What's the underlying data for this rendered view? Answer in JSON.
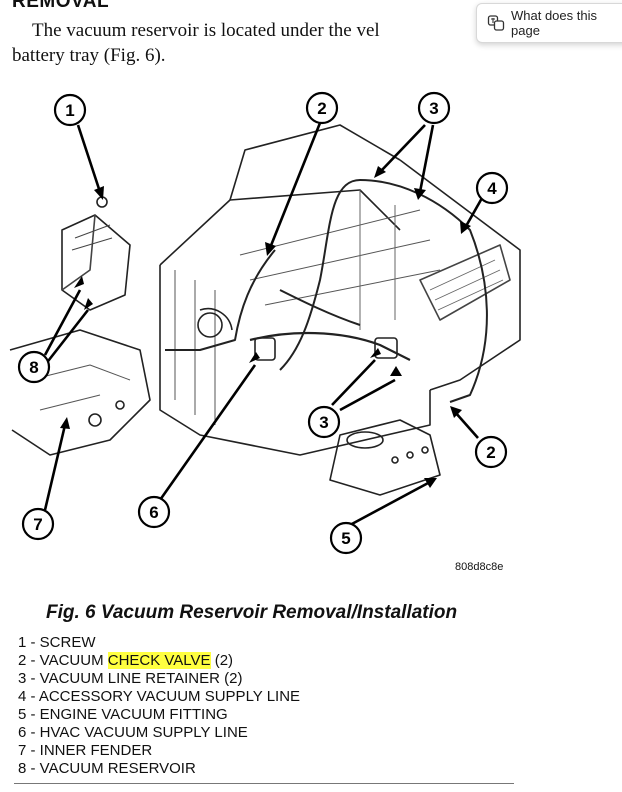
{
  "section_heading": "REMOVAL",
  "intro": {
    "line1": "The vacuum reservoir is located under the vel",
    "line2": "battery tray (Fig. 6)."
  },
  "popup": {
    "icon": "translate-icon",
    "label": "What does this page"
  },
  "figure": {
    "id_code": "808d8c8e",
    "callouts": [
      "1",
      "2",
      "3",
      "4",
      "8",
      "6",
      "3",
      "2",
      "7",
      "5"
    ],
    "caption": "Fig. 6 Vacuum Reservoir Removal/Installation"
  },
  "legend": [
    {
      "prefix": "1 - SCREW",
      "highlight": "",
      "suffix": ""
    },
    {
      "prefix": "2 - VACUUM ",
      "highlight": "CHECK VALVE",
      "suffix": " (2)"
    },
    {
      "prefix": "3 - VACUUM LINE RETAINER (2)",
      "highlight": "",
      "suffix": ""
    },
    {
      "prefix": "4 - ACCESSORY VACUUM SUPPLY LINE",
      "highlight": "",
      "suffix": ""
    },
    {
      "prefix": "5 - ENGINE VACUUM FITTING",
      "highlight": "",
      "suffix": ""
    },
    {
      "prefix": "6 - HVAC VACUUM SUPPLY LINE",
      "highlight": "",
      "suffix": ""
    },
    {
      "prefix": "7 - INNER FENDER",
      "highlight": "",
      "suffix": ""
    },
    {
      "prefix": "8 - VACUUM RESERVOIR",
      "highlight": "",
      "suffix": ""
    }
  ],
  "colors": {
    "highlight": "#ffff40"
  }
}
